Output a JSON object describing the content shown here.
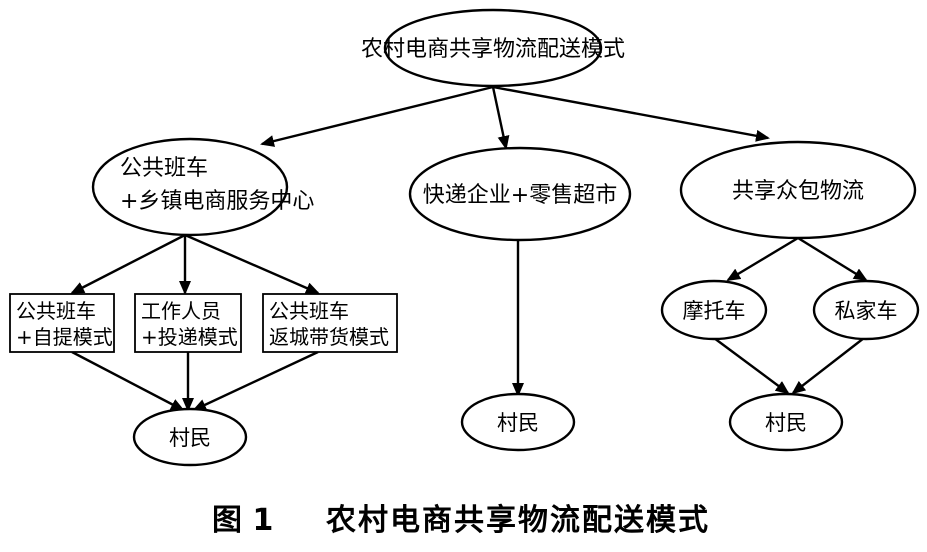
{
  "diagram": {
    "root": "农村电商共享物流配送模式",
    "branch_left": {
      "line1": "公共班车",
      "line2": "+乡镇电商服务中心"
    },
    "branch_middle": "快递企业+零售超市",
    "branch_right": "共享众包物流",
    "left_modes": [
      {
        "line1": "公共班车",
        "line2": "+自提模式"
      },
      {
        "line1": "工作人员",
        "line2": "+投递模式"
      },
      {
        "line1": "公共班车",
        "line2": "返城带货模式"
      }
    ],
    "right_vehicles": [
      "摩托车",
      "私家车"
    ],
    "villager": "村民"
  },
  "caption": {
    "number": "图 1",
    "title": "农村电商共享物流配送模式"
  }
}
